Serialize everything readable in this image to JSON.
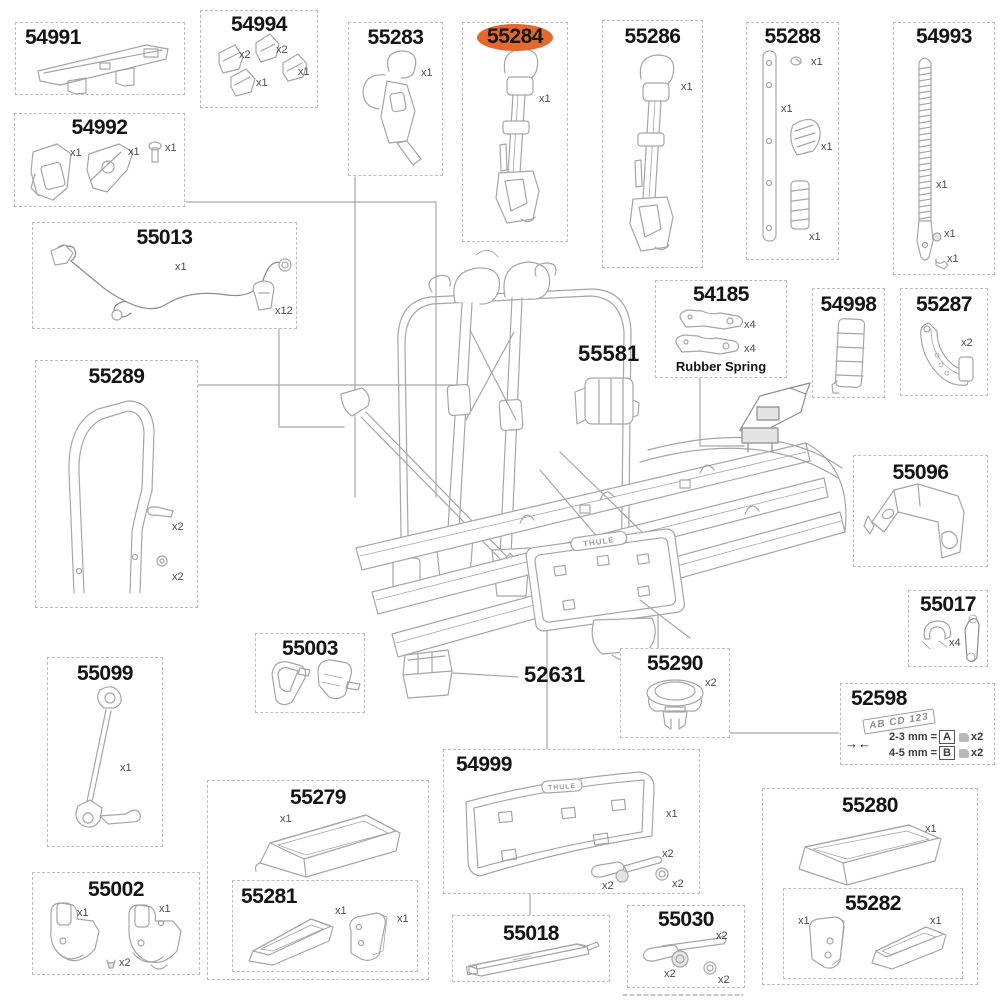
{
  "page": {
    "background": "#ffffff"
  },
  "highlight": {
    "part": "55284",
    "color": "#e4672d"
  },
  "boxes": {
    "54991": {
      "label": "54991",
      "qty": []
    },
    "54994": {
      "label": "54994",
      "qty": [
        "x2",
        "x2",
        "x1",
        "x1"
      ]
    },
    "54992": {
      "label": "54992",
      "qty": [
        "x1",
        "x1",
        "x1"
      ]
    },
    "55283": {
      "label": "55283",
      "qty": [
        "x1"
      ]
    },
    "55284": {
      "label": "55284",
      "qty": [
        "x1"
      ]
    },
    "55286": {
      "label": "55286",
      "qty": [
        "x1"
      ]
    },
    "55288": {
      "label": "55288",
      "qty": [
        "x1",
        "x1",
        "x1",
        "x1"
      ]
    },
    "54993": {
      "label": "54993",
      "qty": [
        "x1",
        "x1",
        "x1"
      ]
    },
    "55013": {
      "label": "55013",
      "qty": [
        "x1",
        "x12"
      ]
    },
    "54185": {
      "label": "54185",
      "qty": [
        "x4",
        "x4"
      ],
      "caption": "Rubber Spring"
    },
    "54998": {
      "label": "54998",
      "qty": []
    },
    "55287": {
      "label": "55287",
      "qty": [
        "x2"
      ]
    },
    "55289": {
      "label": "55289",
      "qty": [
        "x2",
        "x2"
      ]
    },
    "55581": {
      "label": "55581"
    },
    "55096": {
      "label": "55096",
      "qty": []
    },
    "55017": {
      "label": "55017",
      "qty": [
        "x4"
      ]
    },
    "55099": {
      "label": "55099",
      "qty": [
        "x1"
      ]
    },
    "55003": {
      "label": "55003",
      "qty": []
    },
    "52631": {
      "label": "52631"
    },
    "55290": {
      "label": "55290",
      "qty": [
        "x2"
      ]
    },
    "52598": {
      "label": "52598",
      "plate_text": "AB CD 123",
      "arrow_icon": "→←",
      "rows": [
        {
          "size": "2-3 mm =",
          "letter": "A",
          "qty": "x2"
        },
        {
          "size": "4-5 mm =",
          "letter": "B",
          "qty": "x2"
        }
      ]
    },
    "54999": {
      "label": "54999",
      "qty": [
        "x1",
        "x2",
        "x2",
        "x2"
      ],
      "logo": "THULE"
    },
    "55279": {
      "label": "55279",
      "qty": [
        "x1"
      ]
    },
    "55281": {
      "label": "55281",
      "qty": [
        "x1",
        "x1"
      ]
    },
    "55002": {
      "label": "55002",
      "qty": [
        "x1",
        "x1",
        "x2"
      ]
    },
    "55018": {
      "label": "55018",
      "qty": []
    },
    "55030": {
      "label": "55030",
      "qty": [
        "x2",
        "x2",
        "x2"
      ]
    },
    "55280": {
      "label": "55280",
      "qty": [
        "x1"
      ]
    },
    "55282": {
      "label": "55282",
      "qty": [
        "x1",
        "x1"
      ]
    }
  },
  "main_drawing": {
    "logo": "THULE"
  }
}
